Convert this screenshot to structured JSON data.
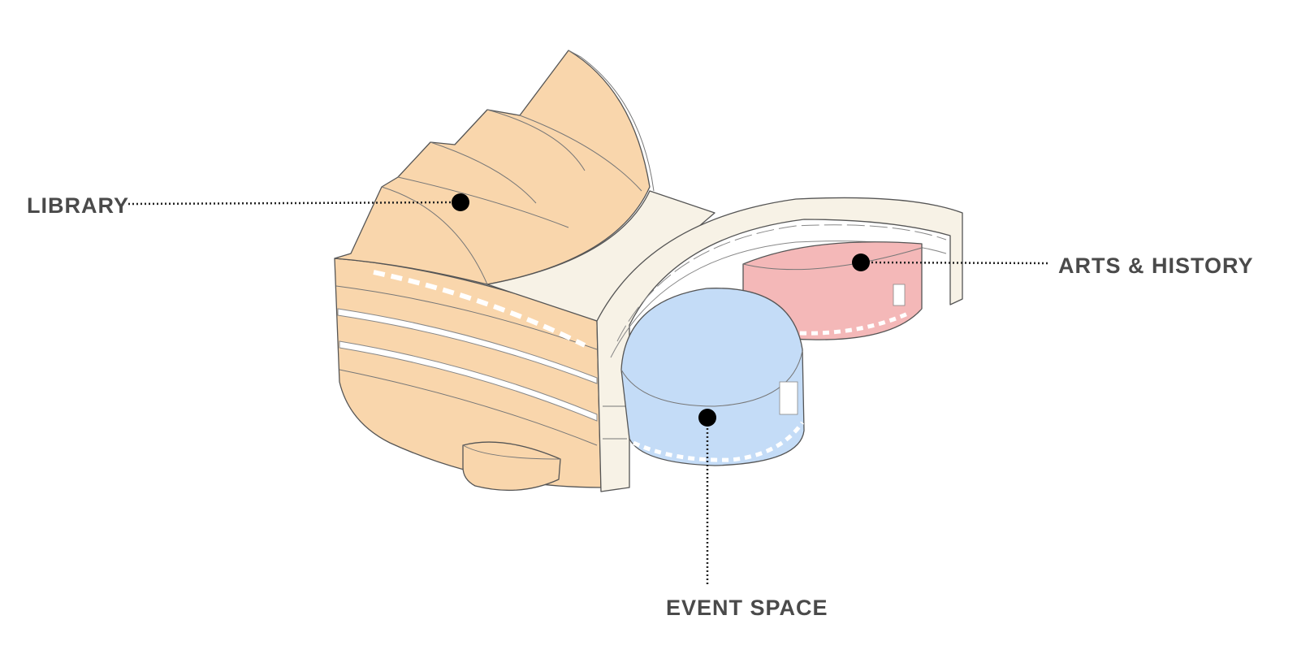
{
  "labels": {
    "library": "LIBRARY",
    "arts_history": "ARTS & HISTORY",
    "event_space": "EVENT SPACE"
  },
  "colors": {
    "library": "#f9d6ac",
    "arts_history": "#f4b8b8",
    "event_space": "#c4dcf7",
    "corridor": "#f7f2e6",
    "label_text": "#4a4a4a"
  }
}
